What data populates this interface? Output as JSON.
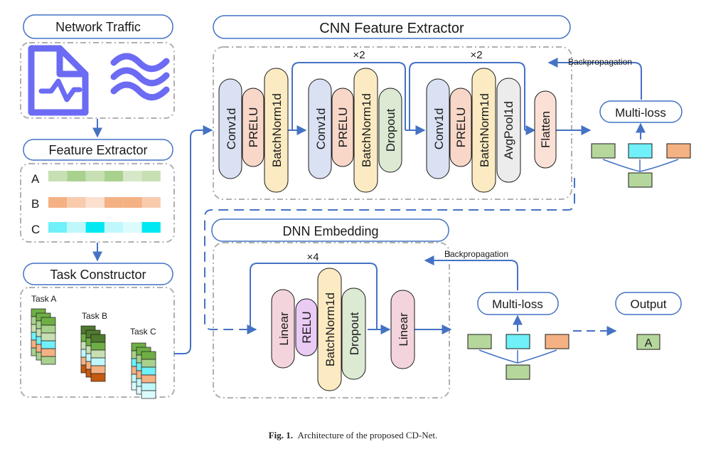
{
  "sections": {
    "network_traffic": "Network Traffic",
    "feature_extractor": "Feature Extractor",
    "task_constructor": "Task Constructor",
    "cnn": "CNN Feature Extractor",
    "dnn": "DNN Embedding"
  },
  "feature_rows": [
    "A",
    "B",
    "C"
  ],
  "tasks": [
    "Task A",
    "Task B",
    "Task C"
  ],
  "cnn_blocks": {
    "conv1d_1": "Conv1d",
    "prelu_1": "PRELU",
    "bn_1": "BatchNorm1d",
    "conv1d_2": "Conv1d",
    "prelu_2": "PRELU",
    "bn_2": "BatchNorm1d",
    "dropout_2": "Dropout",
    "conv1d_3": "Conv1d",
    "prelu_3": "PRELU",
    "bn_3": "BatchNorm1d",
    "avgpool_3": "AvgPool1d",
    "flatten": "Flatten"
  },
  "dnn_blocks": {
    "linear_1": "Linear",
    "relu_1": "RELU",
    "bn_1": "BatchNorm1d",
    "dropout_1": "Dropout",
    "linear_2": "Linear"
  },
  "repeat_labels": {
    "cnn_1": "×2",
    "cnn_2": "×2",
    "dnn": "×4"
  },
  "backprop_label": "Backpropagation",
  "multiloss_label": "Multi-loss",
  "output_label": "Output",
  "output_value": "A",
  "caption": {
    "fig": "Fig. 1.",
    "text": "Architecture of the proposed CD-Net."
  },
  "colors": {
    "arrow": "#4472c4",
    "conv": "#d9e1f2",
    "prelu": "#f8d7c8",
    "batchnorm": "#fcebc2",
    "dropout": "#dcead4",
    "avgpool": "#ececec",
    "flatten": "#fbe0d6",
    "linear": "#f4d4dc",
    "relu": "#eacbf4",
    "green_box": "#b5d79c",
    "cyan_box": "#70f0f8",
    "orange_box": "#f4b183",
    "icon": "#6b6bf4"
  }
}
